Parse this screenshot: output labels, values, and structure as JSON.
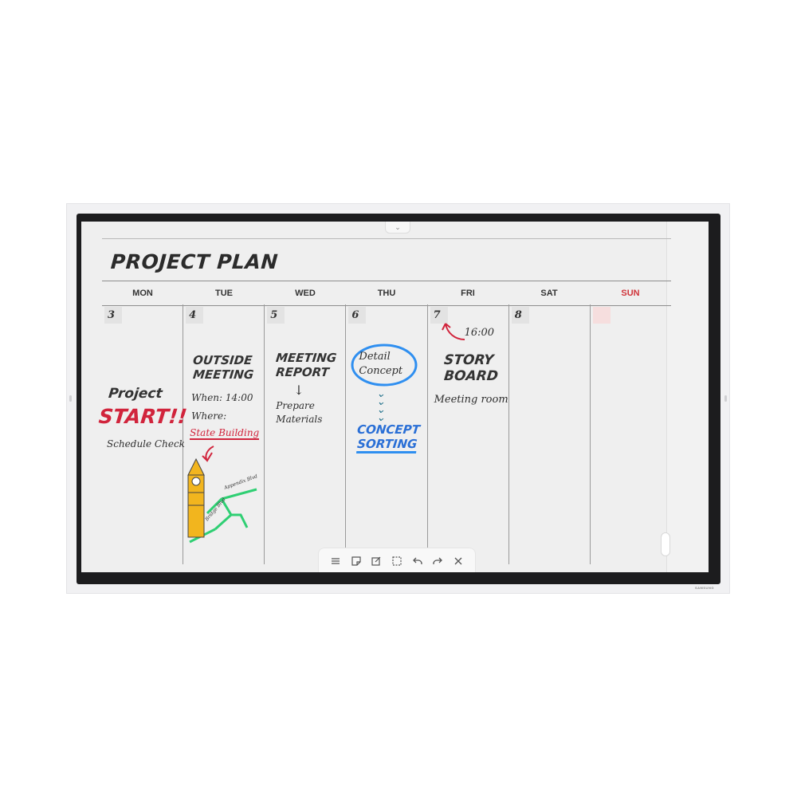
{
  "board": {
    "title": "PROJECT PLAN",
    "days": [
      "MON",
      "TUE",
      "WED",
      "THU",
      "FRI",
      "SAT",
      "SUN"
    ],
    "dates": [
      "3",
      "4",
      "5",
      "6",
      "7",
      "8",
      ""
    ],
    "notes": {
      "mon": {
        "line1": "Project",
        "line2": "START!!",
        "line3": "Schedule Check"
      },
      "tue": {
        "heading1": "OUTSIDE",
        "heading2": "MEETING",
        "when": "When: 14:00",
        "where": "Where:",
        "place": "State Building",
        "map_label1": "Appendix Blvd",
        "map_label2": "Bridge Blvd"
      },
      "wed": {
        "heading1": "MEETING",
        "heading2": "REPORT",
        "line1": "Prepare",
        "line2": "Materials"
      },
      "thu": {
        "bubble1": "Detail",
        "bubble2": "Concept",
        "heading1": "CONCEPT",
        "heading2": "SORTING"
      },
      "fri": {
        "time": "16:00",
        "heading1": "STORY",
        "heading2": "BOARD",
        "line1": "Meeting room"
      }
    }
  },
  "toolbar": {
    "icons": [
      "menu-icon",
      "note-icon",
      "edit-icon",
      "select-icon",
      "undo-icon",
      "redo-icon",
      "close-icon"
    ]
  },
  "device": {
    "brand": "SAMSUNG"
  },
  "colors": {
    "accent_red": "#d1243c",
    "accent_blue": "#2a6fd6",
    "map_green": "#2fcf73",
    "tower_yellow": "#f2b51e"
  }
}
